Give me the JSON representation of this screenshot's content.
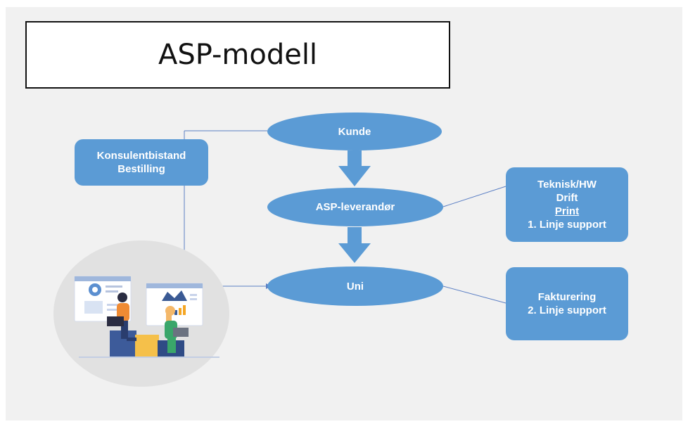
{
  "title": "ASP-modell",
  "nodes": {
    "kunde": "Kunde",
    "asp": "ASP-leverandør",
    "uni": "Uni"
  },
  "boxes": {
    "konsulent": [
      "Konsulentbistand",
      "Bestilling"
    ],
    "teknisk": [
      "Teknisk/HW",
      "Drift",
      "Print",
      "1. Linje support"
    ],
    "fakturering": [
      "Fakturering",
      "2. Linje support"
    ]
  },
  "illustration": "people-working-at-screens-illustration",
  "colors": {
    "node_fill": "#5b9bd5",
    "connector": "#5b7fc4",
    "background": "#f1f1f1",
    "illustration_circle": "#e1e1e1"
  }
}
